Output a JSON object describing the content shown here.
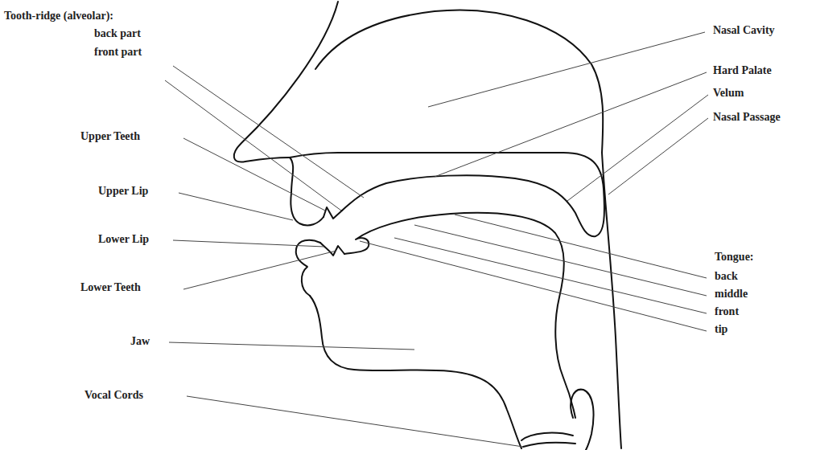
{
  "diagram": {
    "labels": [
      "Tooth-ridge (alveolar):",
      "back part",
      "front part",
      "Upper Teeth",
      "Upper Lip",
      "Lower Lip",
      "Lower Teeth",
      "Jaw",
      "Vocal Cords",
      "Nasal Cavity",
      "Hard Palate",
      "Velum",
      "Nasal Passage",
      "Tongue:",
      "back",
      "middle",
      "front",
      "tip"
    ]
  }
}
